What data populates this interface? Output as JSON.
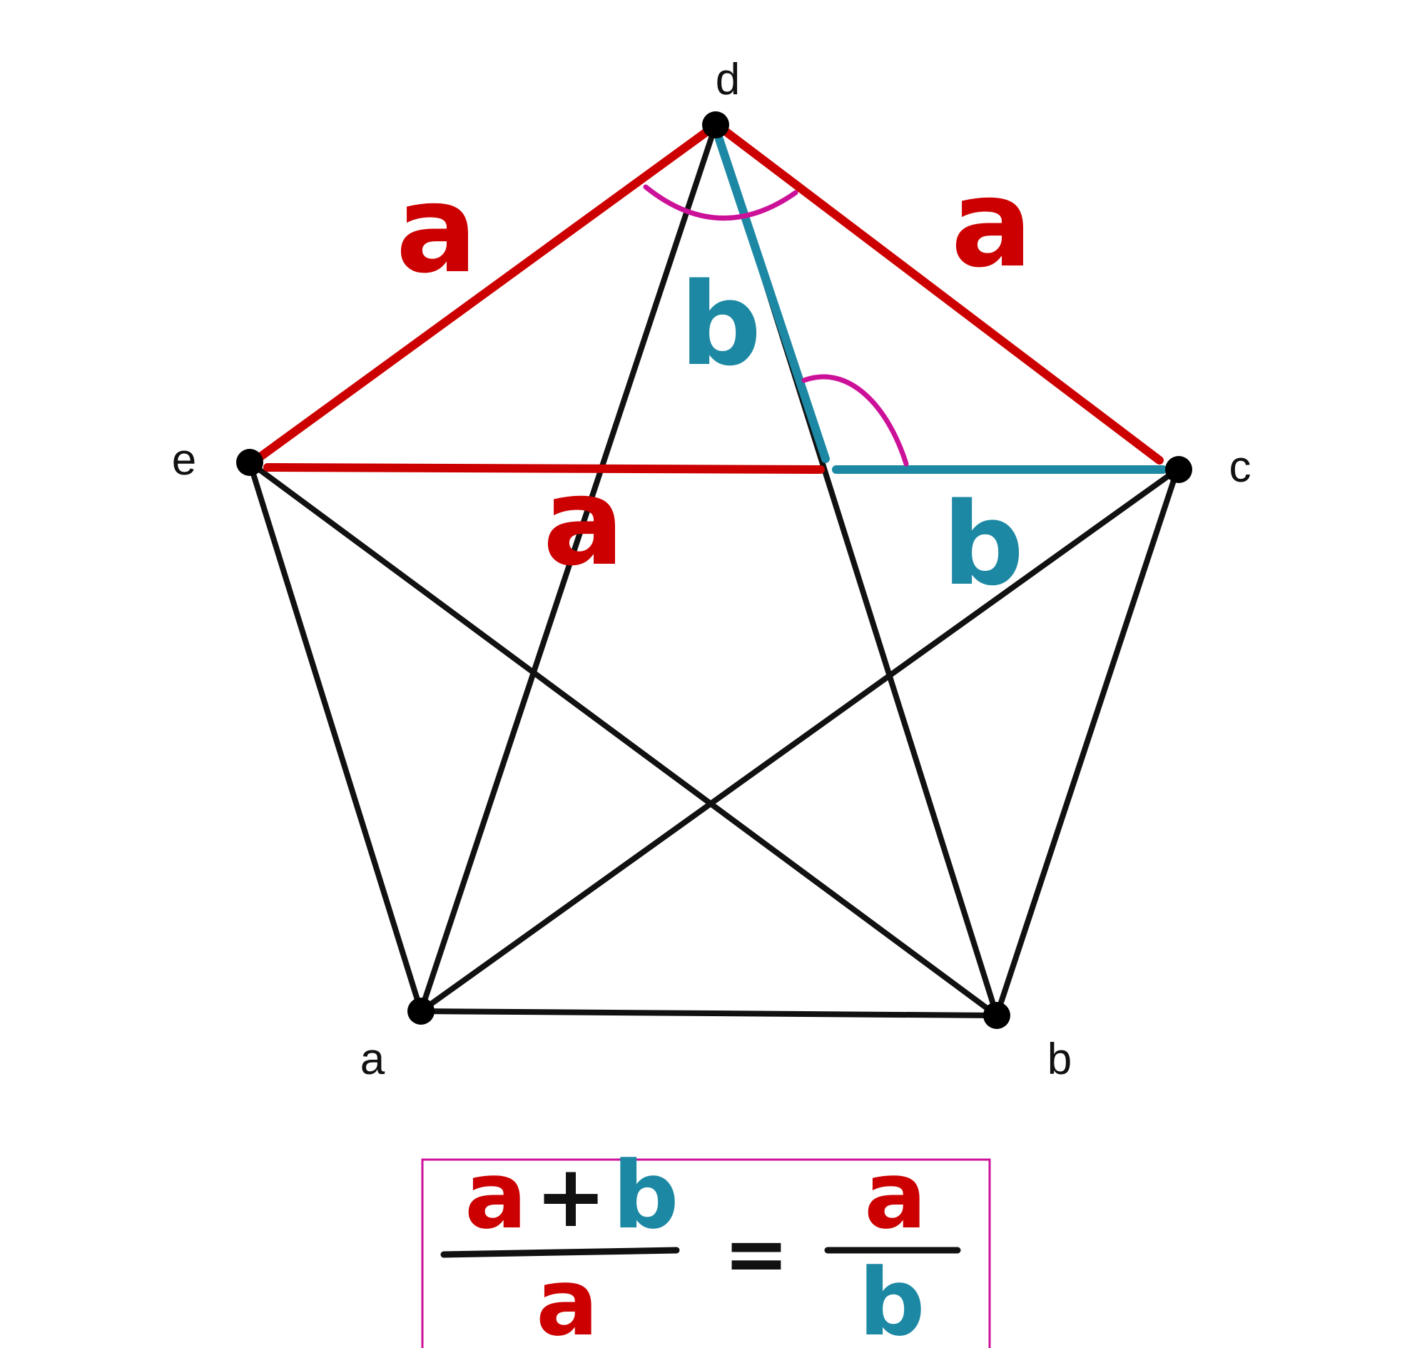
{
  "colors": {
    "red": "#cc0000",
    "blue": "#1c88a3",
    "magenta": "#cc1199",
    "black": "#111111"
  },
  "vertices": {
    "a": "a",
    "b": "b",
    "c": "c",
    "d": "d",
    "e": "e"
  },
  "segment_labels": {
    "de": "a",
    "dc": "a",
    "e_to_intersection": "a",
    "d_to_intersection": "b",
    "intersection_to_c": "b"
  },
  "formula": {
    "left_numerator_a": "a",
    "plus": "+",
    "left_numerator_b": "b",
    "left_denominator": "a",
    "equals": "=",
    "right_numerator": "a",
    "right_denominator": "b"
  }
}
